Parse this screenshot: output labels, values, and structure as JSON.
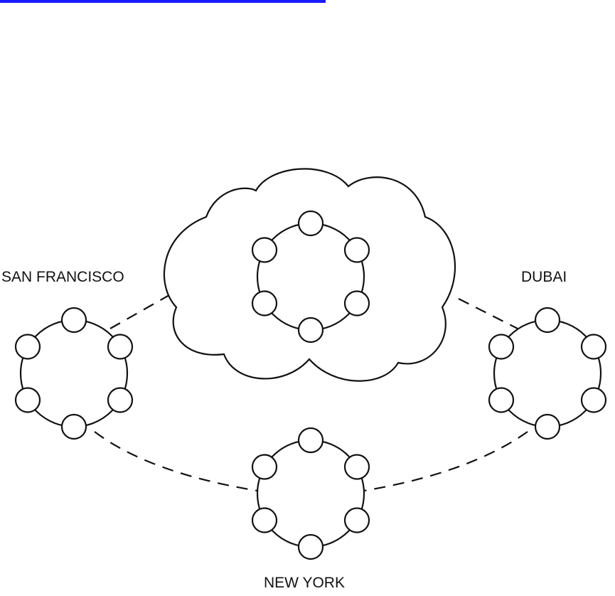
{
  "header": {
    "link_bar_color": "#1a1aff"
  },
  "diagram": {
    "cloud_label": "",
    "clusters": [
      {
        "id": "cloud-cluster",
        "label": ""
      },
      {
        "id": "san-francisco",
        "label": "SAN FRANCISCO"
      },
      {
        "id": "dubai",
        "label": "DUBAI"
      },
      {
        "id": "new-york",
        "label": "NEW YORK"
      }
    ],
    "connections": [
      {
        "from": "san-francisco",
        "to": "cloud-cluster",
        "style": "dashed"
      },
      {
        "from": "dubai",
        "to": "cloud-cluster",
        "style": "dashed"
      },
      {
        "from": "san-francisco",
        "to": "new-york",
        "style": "dashed"
      },
      {
        "from": "dubai",
        "to": "new-york",
        "style": "dashed"
      }
    ],
    "nodes_per_cluster": 6
  }
}
